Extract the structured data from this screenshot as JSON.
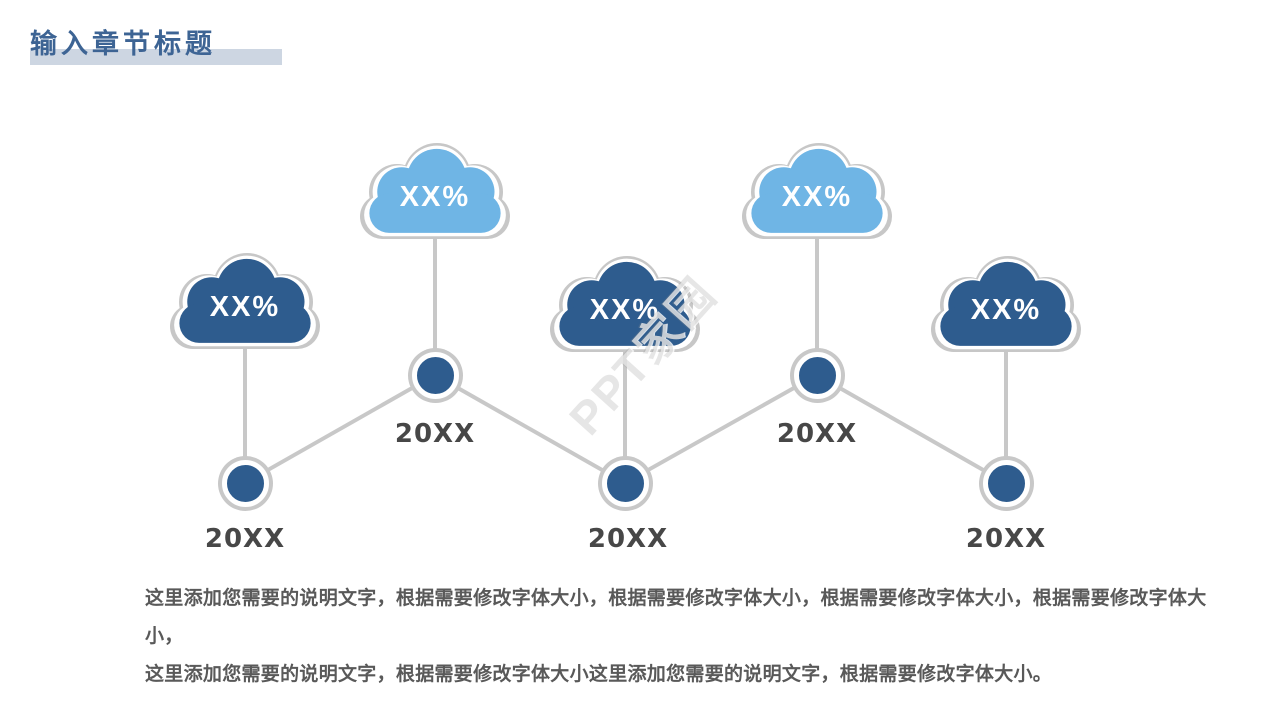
{
  "slide": {
    "title": "输入章节标题",
    "watermark": "PPT家园",
    "description": {
      "line1": "这里添加您需要的说明文字，根据需要修改字体大小，根据需要修改字体大小，根据需要修改字体大小，根据需要修改字体大小，",
      "line2": "这里添加您需要的说明文字，根据需要修改字体大小这里添加您需要的说明文字，根据需要修改字体大小。"
    }
  },
  "timeline": {
    "nodes": [
      {
        "percent": "XX%",
        "year": "20XX",
        "cloud": "dark",
        "row": "bottom"
      },
      {
        "percent": "XX%",
        "year": "20XX",
        "cloud": "light",
        "row": "top"
      },
      {
        "percent": "XX%",
        "year": "20XX",
        "cloud": "dark",
        "row": "bottom"
      },
      {
        "percent": "XX%",
        "year": "20XX",
        "cloud": "light",
        "row": "top"
      },
      {
        "percent": "XX%",
        "year": "20XX",
        "cloud": "dark",
        "row": "bottom"
      }
    ]
  },
  "colors": {
    "dark_blue": "#2E5C8E",
    "light_blue": "#6FB5E5",
    "connector_gray": "#C8C8C8",
    "title_blue": "#3D6494",
    "title_underline": "#CDD6E2",
    "year_text": "#474747",
    "body_text": "#595959",
    "background": "#FFFFFF"
  }
}
